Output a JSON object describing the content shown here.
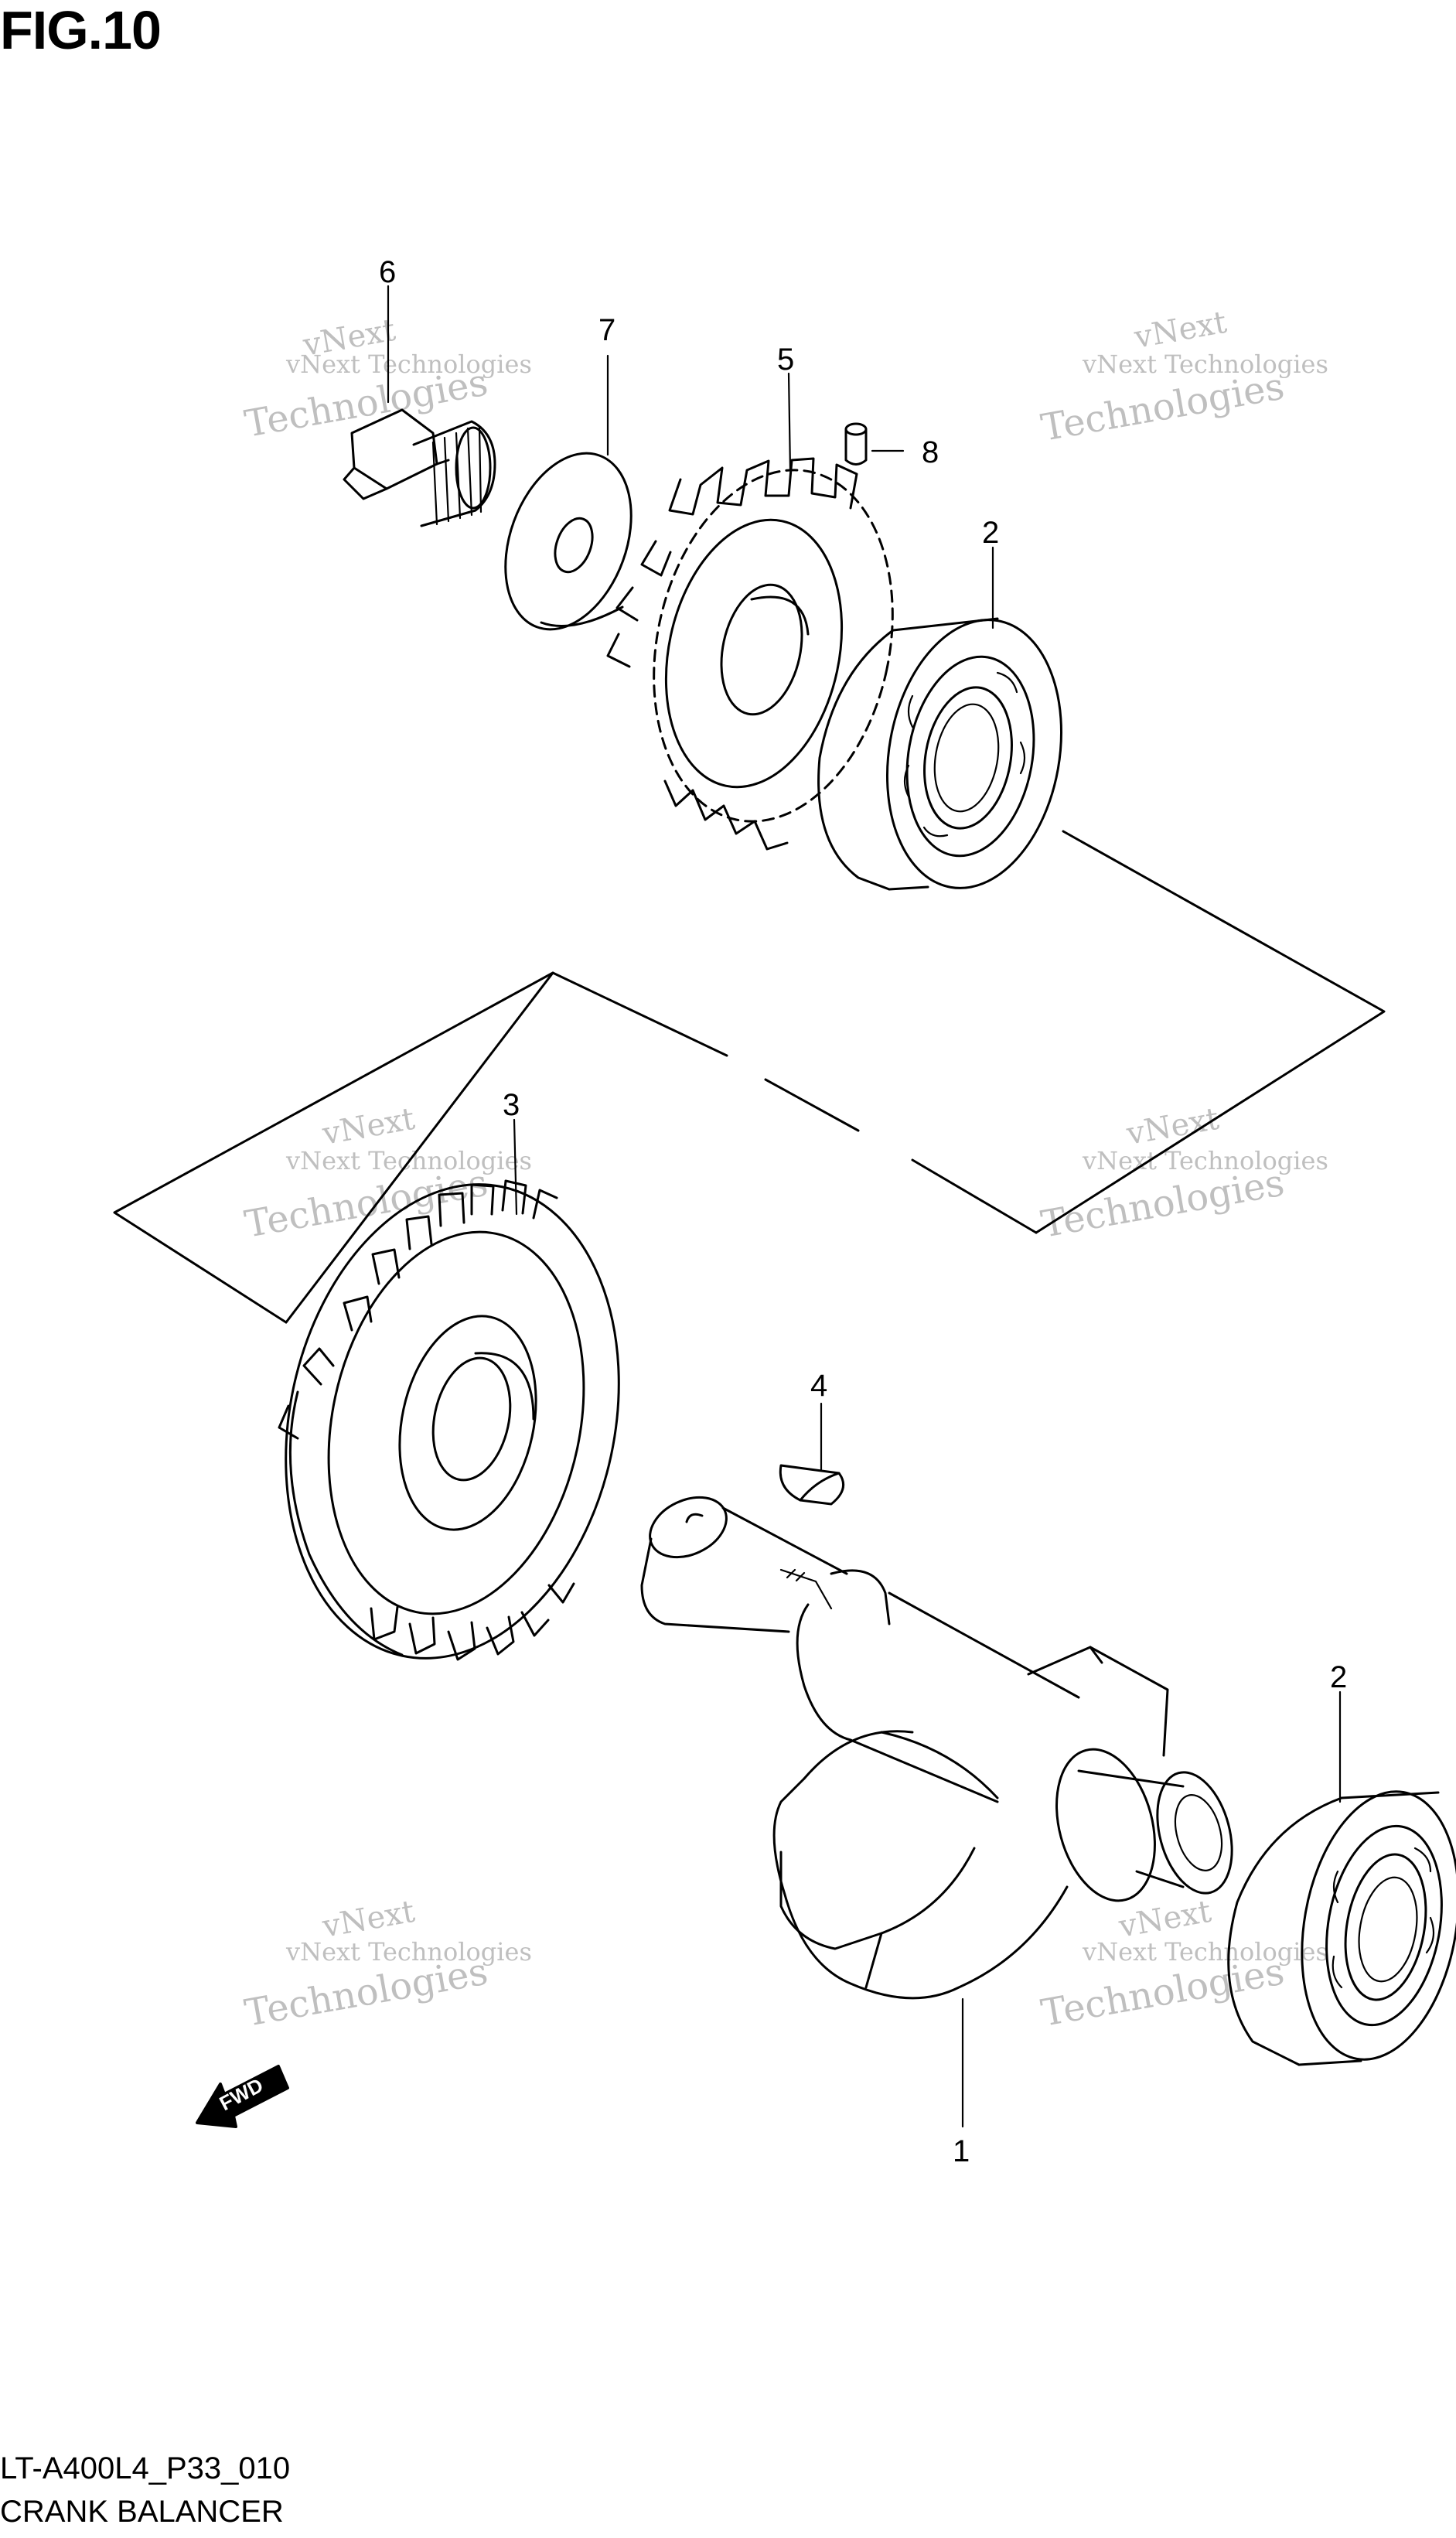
{
  "figure": {
    "title": "FIG.10",
    "code": "LT-A400L4_P33_010",
    "caption": "CRANK BALANCER"
  },
  "callouts": [
    {
      "id": "callout-6",
      "label": "6"
    },
    {
      "id": "callout-7",
      "label": "7"
    },
    {
      "id": "callout-5",
      "label": "5"
    },
    {
      "id": "callout-8",
      "label": "8"
    },
    {
      "id": "callout-2-top",
      "label": "2"
    },
    {
      "id": "callout-3",
      "label": "3"
    },
    {
      "id": "callout-4",
      "label": "4"
    },
    {
      "id": "callout-2-bottom",
      "label": "2"
    },
    {
      "id": "callout-1",
      "label": "1"
    }
  ],
  "watermark": {
    "line1": "vNext Technologies",
    "line2a": "vNext",
    "line2b": "Technologies"
  },
  "fwd_label": "FWD"
}
